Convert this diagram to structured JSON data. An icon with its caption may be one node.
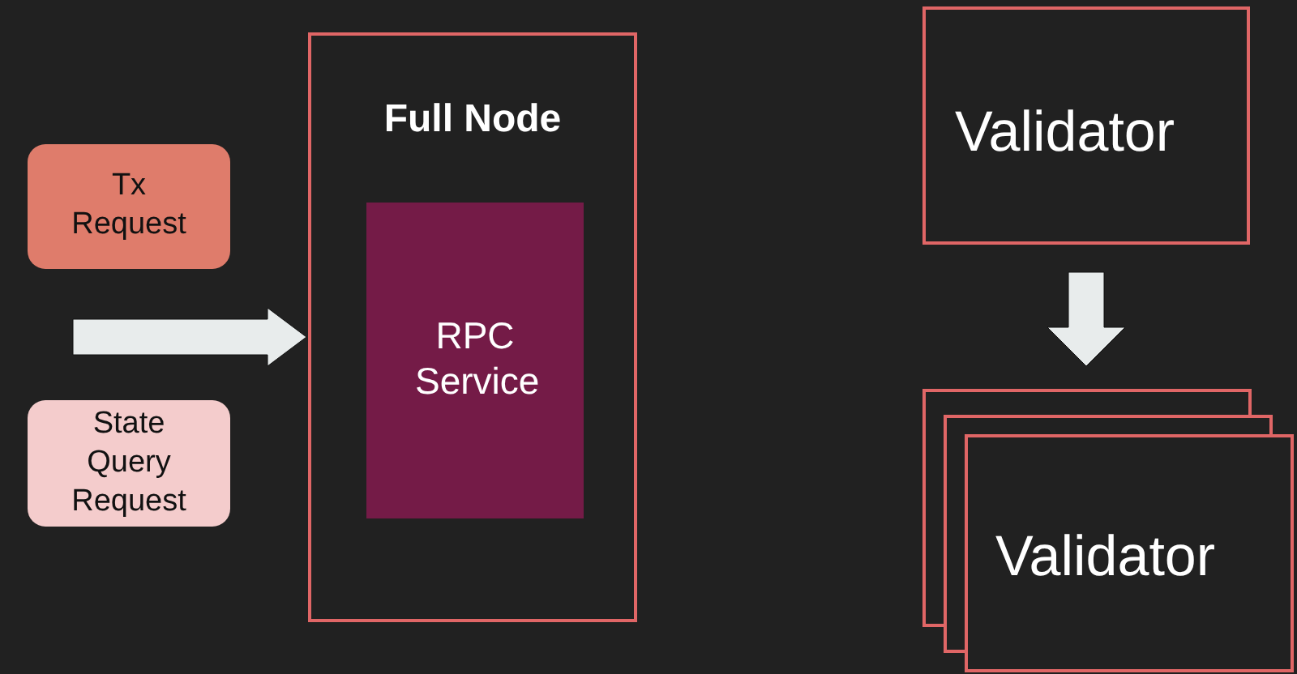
{
  "diagram": {
    "nodes": [
      {
        "text": [
          "Tx Request"
        ]
      },
      {
        "text": [
          "State Query Request"
        ]
      },
      {
        "text": [
          "Full Node"
        ]
      },
      {
        "text": [
          "RPC Service"
        ],
        "in": 2
      },
      {
        "text": [
          "Validator"
        ]
      },
      {
        "text": [
          "Validator"
        ]
      }
    ],
    "edges": [
      {
        "from": null,
        "to": 2,
        "arrow": "to"
      },
      {
        "from": 4,
        "to": 5,
        "arrow": "to"
      }
    ]
  }
}
